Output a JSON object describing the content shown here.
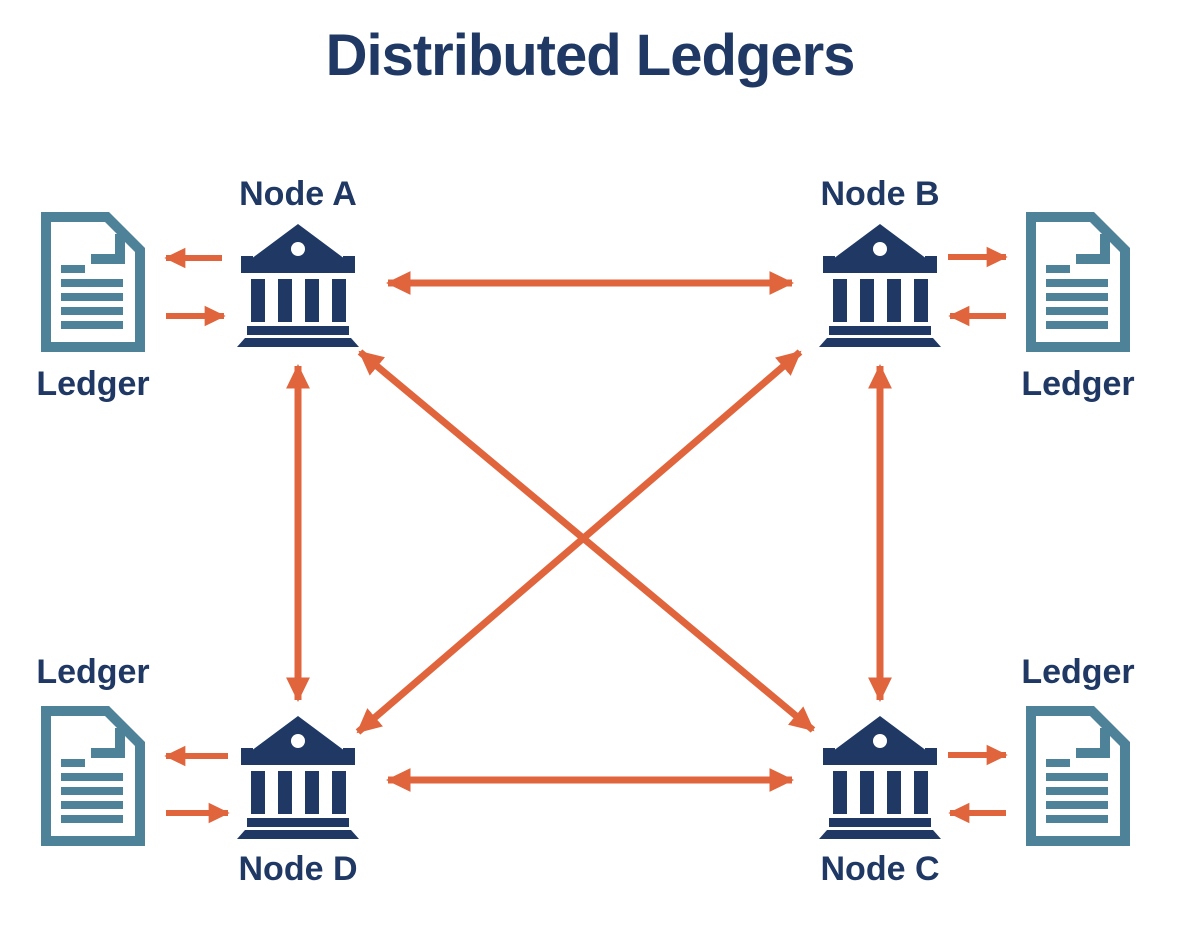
{
  "title": "Distributed Ledgers",
  "colors": {
    "navy": "#1F3864",
    "orange": "#E0653C",
    "teal": "#4E8299"
  },
  "nodes": [
    {
      "id": "node-a",
      "label": "Node A"
    },
    {
      "id": "node-b",
      "label": "Node B"
    },
    {
      "id": "node-c",
      "label": "Node C"
    },
    {
      "id": "node-d",
      "label": "Node D"
    }
  ],
  "ledgers": [
    {
      "id": "ledger-a",
      "label": "Ledger"
    },
    {
      "id": "ledger-b",
      "label": "Ledger"
    },
    {
      "id": "ledger-c",
      "label": "Ledger"
    },
    {
      "id": "ledger-d",
      "label": "Ledger"
    }
  ],
  "connections": [
    {
      "id": "a-b",
      "from": "node-a",
      "to": "node-b",
      "kind": "node-link",
      "bidirectional": true
    },
    {
      "id": "d-c",
      "from": "node-d",
      "to": "node-c",
      "kind": "node-link",
      "bidirectional": true
    },
    {
      "id": "a-d",
      "from": "node-a",
      "to": "node-d",
      "kind": "node-link",
      "bidirectional": true
    },
    {
      "id": "b-c",
      "from": "node-b",
      "to": "node-c",
      "kind": "node-link",
      "bidirectional": true
    },
    {
      "id": "a-c",
      "from": "node-a",
      "to": "node-c",
      "kind": "node-link",
      "bidirectional": true
    },
    {
      "id": "b-d",
      "from": "node-b",
      "to": "node-d",
      "kind": "node-link",
      "bidirectional": true
    },
    {
      "id": "la-out",
      "from": "node-a",
      "to": "ledger-a",
      "kind": "ledger-link",
      "bidirectional": false
    },
    {
      "id": "la-in",
      "from": "ledger-a",
      "to": "node-a",
      "kind": "ledger-link",
      "bidirectional": false
    },
    {
      "id": "lb-out",
      "from": "node-b",
      "to": "ledger-b",
      "kind": "ledger-link",
      "bidirectional": false
    },
    {
      "id": "lb-in",
      "from": "ledger-b",
      "to": "node-b",
      "kind": "ledger-link",
      "bidirectional": false
    },
    {
      "id": "ld-out",
      "from": "node-d",
      "to": "ledger-d",
      "kind": "ledger-link",
      "bidirectional": false
    },
    {
      "id": "ld-in",
      "from": "ledger-d",
      "to": "node-d",
      "kind": "ledger-link",
      "bidirectional": false
    },
    {
      "id": "lc-out",
      "from": "node-c",
      "to": "ledger-c",
      "kind": "ledger-link",
      "bidirectional": false
    },
    {
      "id": "lc-in",
      "from": "ledger-c",
      "to": "node-c",
      "kind": "ledger-link",
      "bidirectional": false
    }
  ]
}
